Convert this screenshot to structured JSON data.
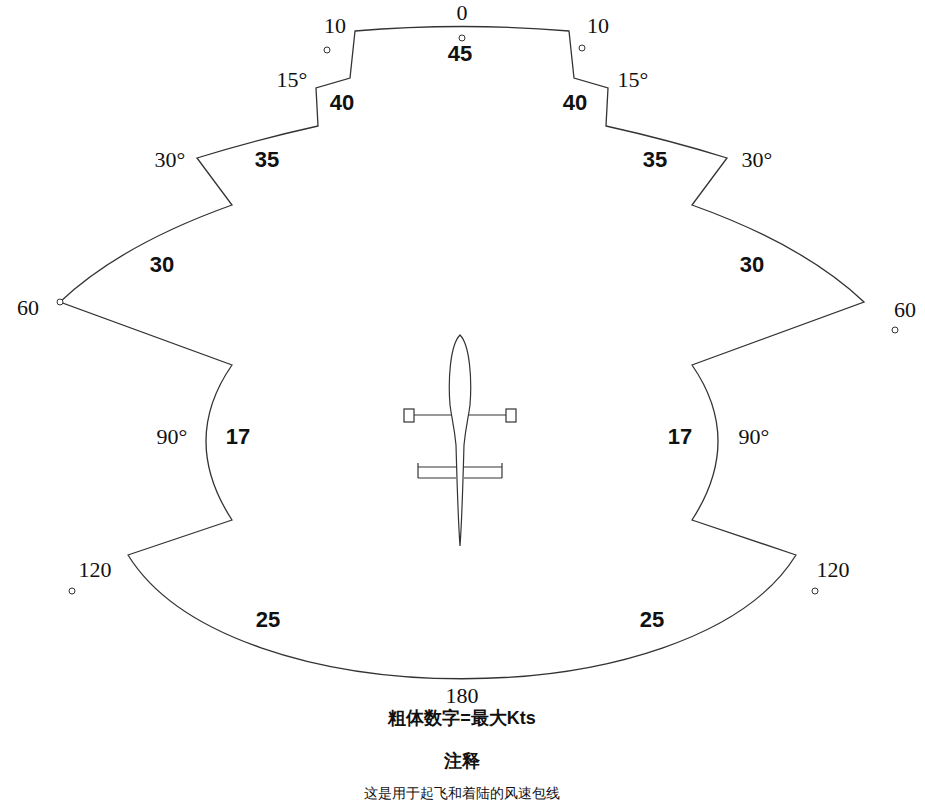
{
  "diagram": {
    "labels": [
      "0",
      "10",
      "10",
      "45",
      "15°",
      "15°",
      "40",
      "40",
      "30°",
      "35",
      "35",
      "30°",
      "30",
      "30",
      "60",
      "60",
      "90°",
      "17",
      "17",
      "90°",
      "120",
      "120",
      "25",
      "25",
      "180",
      "粗体数字=最大Kts",
      "注释",
      "这是用于起飞和着陆的风速包线"
    ]
  }
}
